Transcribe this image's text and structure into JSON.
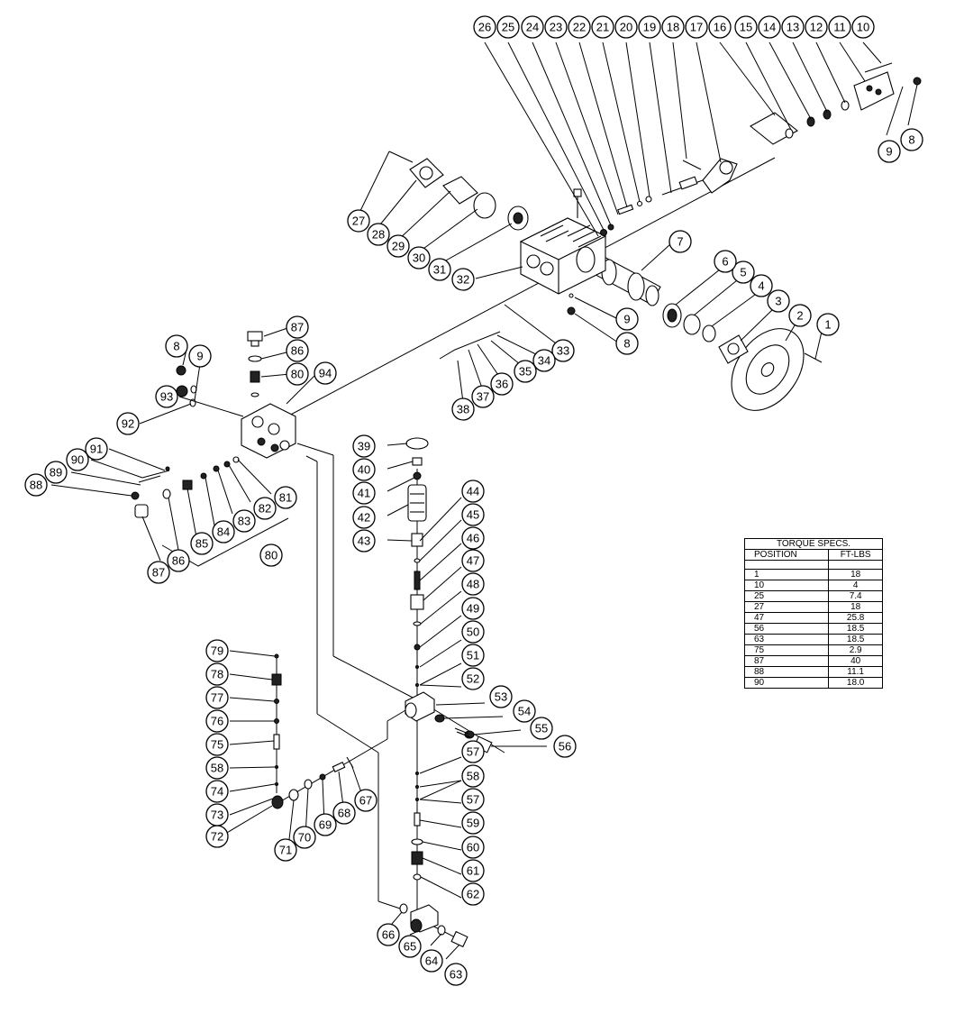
{
  "callouts": [
    "1",
    "2",
    "3",
    "4",
    "5",
    "6",
    "7",
    "8",
    "9",
    "10",
    "11",
    "12",
    "13",
    "14",
    "15",
    "16",
    "17",
    "18",
    "19",
    "20",
    "21",
    "22",
    "23",
    "24",
    "25",
    "26",
    "27",
    "28",
    "29",
    "30",
    "31",
    "32",
    "33",
    "34",
    "35",
    "36",
    "37",
    "38",
    "39",
    "40",
    "41",
    "42",
    "43",
    "44",
    "45",
    "46",
    "47",
    "48",
    "49",
    "50",
    "51",
    "52",
    "53",
    "54",
    "55",
    "56",
    "57",
    "58",
    "59",
    "60",
    "61",
    "62",
    "63",
    "64",
    "65",
    "66",
    "67",
    "68",
    "69",
    "70",
    "71",
    "72",
    "73",
    "74",
    "75",
    "76",
    "77",
    "78",
    "79",
    "80",
    "81",
    "82",
    "83",
    "84",
    "85",
    "86",
    "87",
    "88",
    "89",
    "90",
    "91",
    "92",
    "93",
    "94"
  ],
  "torque_table": {
    "title": "TORQUE  SPECS.",
    "col_position": "POSITION",
    "col_value": "FT-LBS",
    "rows": [
      {
        "position": "1",
        "value": "18"
      },
      {
        "position": "10",
        "value": "4"
      },
      {
        "position": "25",
        "value": "7.4"
      },
      {
        "position": "27",
        "value": "18"
      },
      {
        "position": "47",
        "value": "25.8"
      },
      {
        "position": "56",
        "value": "18.5"
      },
      {
        "position": "63",
        "value": "18.5"
      },
      {
        "position": "75",
        "value": "2.9"
      },
      {
        "position": "87",
        "value": "40"
      },
      {
        "position": "88",
        "value": "11.1"
      },
      {
        "position": "90",
        "value": "18.0"
      }
    ]
  }
}
